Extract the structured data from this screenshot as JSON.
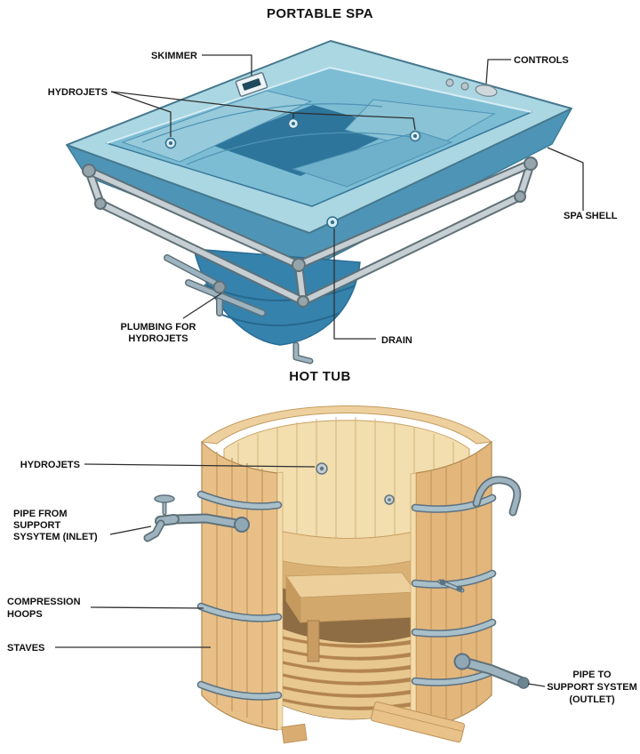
{
  "page": {
    "background": "#ffffff"
  },
  "colors": {
    "label_text": "#111111",
    "leader_line": "#2f2f2f",
    "spa_rim": "#abd7e2",
    "spa_cavity": "#7cbdd4",
    "spa_seat": "#97cadb",
    "spa_footwell": "#2e759c",
    "spa_shell_side": "#4e94b6",
    "spa_pedestal": "#3583ad",
    "metal_frame_light": "#c6cfd4",
    "metal_frame_dark": "#5f7077",
    "wood_light": "#f2deae",
    "wood_mid": "#e8bf87",
    "wood_line": "#c79a5f",
    "hoop_metal": "#a9c0cb"
  },
  "portable_spa": {
    "title": "PORTABLE SPA",
    "labels": {
      "skimmer": "SKIMMER",
      "controls": "CONTROLS",
      "hydrojets": "HYDROJETS",
      "spa_shell": "SPA SHELL",
      "plumbing_line1": "PLUMBING FOR",
      "plumbing_line2": "HYDROJETS",
      "drain": "DRAIN"
    }
  },
  "hot_tub": {
    "title": "HOT TUB",
    "labels": {
      "hydrojets": "HYDROJETS",
      "inlet_line1": "PIPE FROM",
      "inlet_line2": "SUPPORT",
      "inlet_line3": "SYSYTEM (INLET)",
      "hoops_line1": "COMPRESSION",
      "hoops_line2": "HOOPS",
      "staves": "STAVES",
      "outlet_line1": "PIPE TO",
      "outlet_line2": "SUPPORT SYSTEM",
      "outlet_line3": "(OUTLET)"
    }
  }
}
